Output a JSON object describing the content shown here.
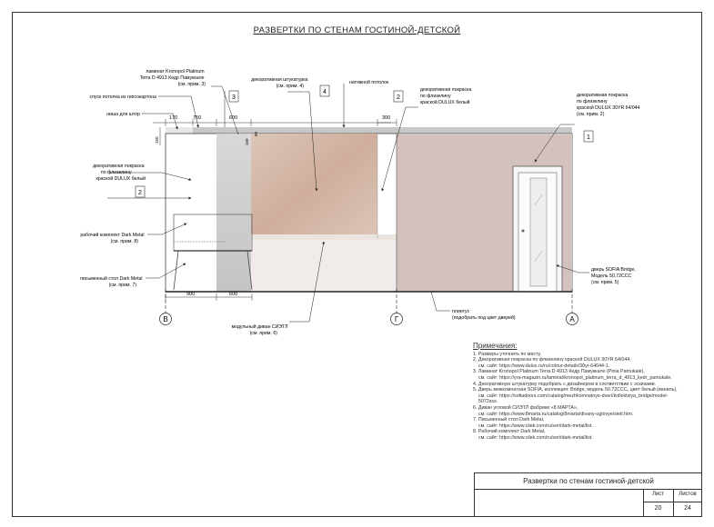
{
  "sheet": {
    "title": "РАЗВЕРТКИ ПО СТЕНАМ ГОСТИНОЙ-ДЕТСКОЙ"
  },
  "drawing": {
    "labels": {
      "laminate": [
        "ламинат Kronopol Platinum",
        "Terra D 4913 Кедр Памуккале",
        "(см. прим. 3)"
      ],
      "ceiling_drop": "спуск потолка из гипсокартона",
      "curtain_niche": "ниша для штор",
      "plaster": [
        "декоративная штукатурка",
        "(см. прим. 4)"
      ],
      "stretch_ceiling": "натяжной потолок",
      "paint_center": [
        "декоративная покраска",
        "по флизелину",
        "краской DULUX белый"
      ],
      "paint_right": [
        "декоративная покраска",
        "по флизелину",
        "краской DULUX 30YR 64/044",
        "(см. прим. 2)"
      ],
      "paint_left": [
        "декоративная покраска",
        "по флизелину",
        "краской DULUX белый"
      ],
      "work_set": [
        "рабочий комплект Dark Metal",
        "(см. прим. 8)"
      ],
      "desk": [
        "письменный стол Dark Metal",
        "(см. прим. 7)"
      ],
      "sofa": [
        "модульный диван СИЭТЛ",
        "(см. прим. 6)"
      ],
      "baseboard": [
        "плинтус",
        "(подобрать под цвет дверей)"
      ],
      "door": [
        "дверь SOFIA Bridge,",
        "Модель 50.72ССС",
        "(см. прим. 5)"
      ]
    },
    "dimensions": {
      "top": [
        "170",
        "750",
        "600",
        "300"
      ],
      "side_left": "150",
      "side_mid1": "150",
      "side_mid2": "90",
      "bottom": [
        "900",
        "600"
      ]
    },
    "callouts": [
      "3",
      "4",
      "2",
      "1",
      "2"
    ],
    "axes": [
      "В",
      "Г",
      "А"
    ]
  },
  "notes": {
    "heading": "Примечания:",
    "items": [
      {
        "text": "1. Размеры уточнить по месту.",
        "sub": []
      },
      {
        "text": "2. Декоративная покраска по флизелину краской DULUX 30YR 64/044,",
        "sub": [
          "см. сайт: https://www.dulux.ru/ru/colour-details/30yr-64044-1."
        ]
      },
      {
        "text": "3. Ламинат Kronopol Platinum Terra D 4913 Кедр Памуккале (Pinia Pamukale),",
        "sub": [
          "см. сайт: https://yra-magazin.ru/laminat/kronopol_platinum_terra_d_4913_kedr_pamukale."
        ]
      },
      {
        "text": "4. Декоративную штукатурку подобрать с дизайнером в соответствии с эскизами.",
        "sub": []
      },
      {
        "text": "5. Дверь межкомнатная SOFIA, коллекция: Bridge, модель 50.72ССС, цвет белый (ваниль),",
        "sub": [
          "см. сайт: https://sofiadoors.com/catalog/mezhkomnatnye-dveri/kollektsiya_bridge/model-",
          "5072sss."
        ]
      },
      {
        "text": "6. Диван угловой СИЭТЛ фабрики «8 МАРТА»,",
        "sub": [
          "см. сайт: https://www.8marta.ru/catalog/8marta/divany-uglovye/sietl.htm."
        ]
      },
      {
        "text": "7. Письменный стол Dark Metal,",
        "sub": [
          "см. сайт: https://www.cilek.com/ru/seri/dark-metal/list."
        ]
      },
      {
        "text": "8. Рабочий комплект Dark Metal,",
        "sub": [
          "см. сайт: https://www.cilek.com/ru/seri/dark-metal/list."
        ]
      }
    ]
  },
  "stamp": {
    "title": "Развертки по стенам гостиной-детской",
    "sheet_label": "Лист",
    "sheets_label": "Листов",
    "sheet_no": "20",
    "sheets_total": "24"
  },
  "colors": {
    "plaster": "#d9c1b2",
    "plaster_dark": "#c9a896",
    "laminate": "#cfcfcf",
    "mauve_wall": "#d2c1bc",
    "ceiling": "#cccccc",
    "door_frame": "#ffffff"
  }
}
